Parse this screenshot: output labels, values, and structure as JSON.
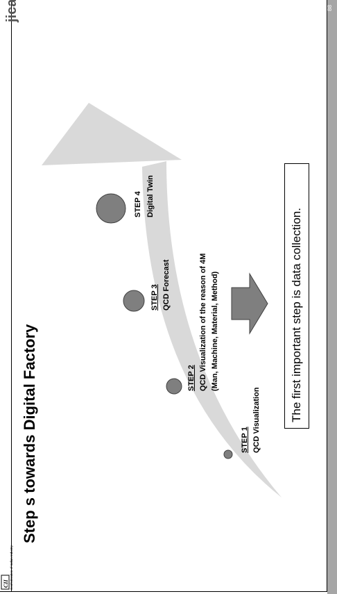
{
  "header": {
    "title": "Step s  towards Digital Factory",
    "cii_mark": "CII",
    "cii_caption": "Confederation of Indian Industry",
    "jica_mark": "jica"
  },
  "steps": [
    {
      "heading": "STEP 1",
      "text": "QCD  Visualization"
    },
    {
      "heading": "STEP 2",
      "text": "QCD Visualization of the reason of  4M",
      "subtext": "(Man, Machine, Material, Method)"
    },
    {
      "heading": "STEP 3",
      "text": "QCD  Forecast"
    },
    {
      "heading": "STEP 4",
      "text": "Digital Twin"
    }
  ],
  "conclusion": "The first important step is data collection.",
  "page": {
    "number": "88"
  },
  "colors": {
    "arrow": "#d9d9d9",
    "circle": "#7f7f7f",
    "side_bar": "#a6a6a6"
  }
}
